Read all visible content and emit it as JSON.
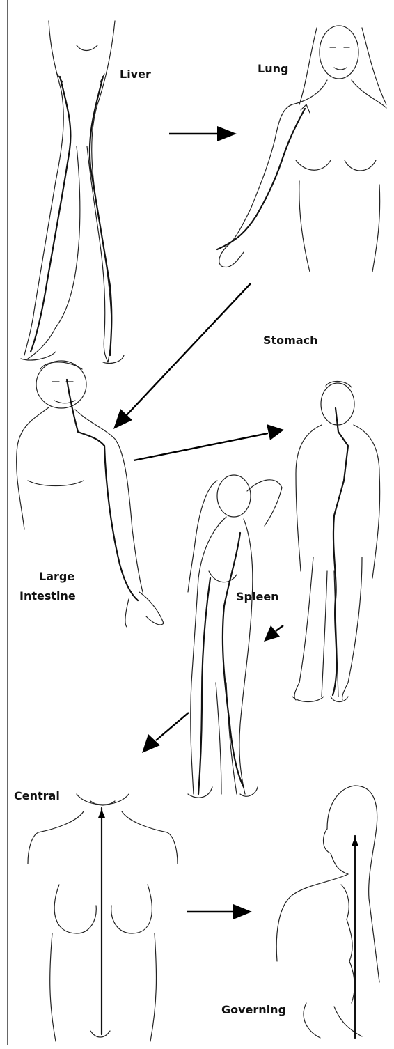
{
  "meridians": [
    {
      "id": "liver",
      "label": "Liver"
    },
    {
      "id": "lung",
      "label": "Lung"
    },
    {
      "id": "stomach",
      "label": "Stomach"
    },
    {
      "id": "large-intestine",
      "label_line1": "Large",
      "label_line2": "Intestine"
    },
    {
      "id": "spleen",
      "label": "Spleen"
    },
    {
      "id": "central",
      "label": "Central"
    },
    {
      "id": "governing",
      "label": "Governing"
    }
  ],
  "colors": {
    "ink": "#111111",
    "background": "#ffffff"
  }
}
